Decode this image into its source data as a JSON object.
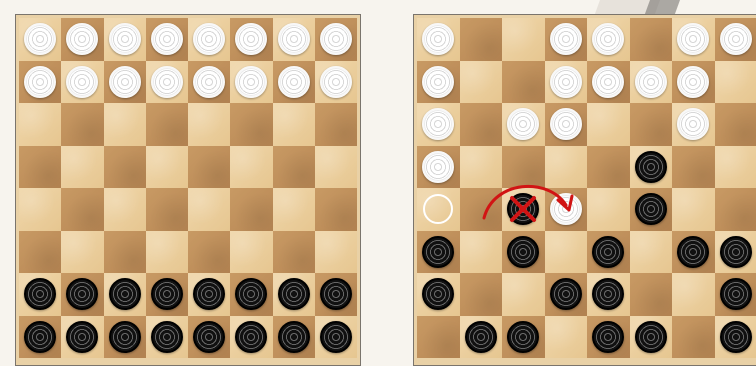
{
  "theme": {
    "light_square": "#e9cf9f",
    "dark_square": "#be8d58",
    "white_piece": "#ffffff",
    "black_piece": "#111111",
    "highlight": "#d11414"
  },
  "boards": [
    {
      "name": "initial-position",
      "rows": [
        [
          "w",
          "w",
          "w",
          "w",
          "w",
          "w",
          "w",
          "w"
        ],
        [
          "w",
          "w",
          "w",
          "w",
          "w",
          "w",
          "w",
          "w"
        ],
        [
          "",
          "",
          "",
          "",
          "",
          "",
          "",
          ""
        ],
        [
          "",
          "",
          "",
          "",
          "",
          "",
          "",
          ""
        ],
        [
          "",
          "",
          "",
          "",
          "",
          "",
          "",
          ""
        ],
        [
          "",
          "",
          "",
          "",
          "",
          "",
          "",
          ""
        ],
        [
          "b",
          "b",
          "b",
          "b",
          "b",
          "b",
          "b",
          "b"
        ],
        [
          "b",
          "b",
          "b",
          "b",
          "b",
          "b",
          "b",
          "b"
        ]
      ]
    },
    {
      "name": "capture-example",
      "rows": [
        [
          "w",
          "",
          "",
          "w",
          "w",
          "",
          "w",
          "w"
        ],
        [
          "w",
          "",
          "",
          "w",
          "w",
          "w",
          "w",
          ""
        ],
        [
          "w",
          "",
          "w",
          "w",
          "",
          "",
          "w",
          ""
        ],
        [
          "w",
          "",
          "",
          "",
          "",
          "b",
          "",
          ""
        ],
        [
          "ghost",
          "",
          "xb",
          "w",
          "",
          "b",
          "",
          ""
        ],
        [
          "b",
          "",
          "b",
          "",
          "b",
          "",
          "b",
          "b"
        ],
        [
          "b",
          "",
          "",
          "b",
          "b",
          "",
          "",
          "b"
        ],
        [
          "",
          "b",
          "b",
          "",
          "b",
          "b",
          "",
          "b"
        ]
      ],
      "annotation": {
        "capture_marker": "red-x-icon",
        "move_arrow": "curved-arrow-icon"
      }
    }
  ]
}
